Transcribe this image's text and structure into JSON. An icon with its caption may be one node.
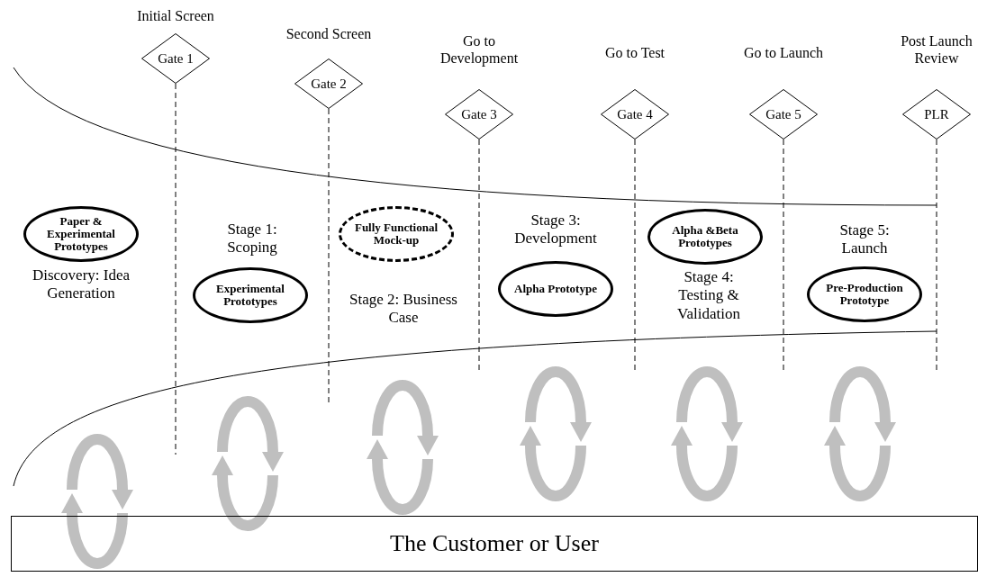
{
  "diagram": {
    "nodes": [
      {
        "text": [
          "Gate 1"
        ],
        "beside": [
          "Initial Screen"
        ]
      },
      {
        "text": [
          "Gate 2"
        ],
        "beside": [
          "Second Screen"
        ]
      },
      {
        "text": [
          "Gate 3"
        ],
        "beside": [
          "Go to Development"
        ]
      },
      {
        "text": [
          "Gate 4"
        ],
        "beside": [
          "Go to Test"
        ]
      },
      {
        "text": [
          "Gate 5"
        ],
        "beside": [
          "Go to Launch"
        ]
      },
      {
        "text": [
          "PLR"
        ],
        "beside": [
          "Post Launch Review"
        ]
      },
      {
        "text": [
          "Paper & Experimental Prototypes"
        ]
      },
      {
        "text": [
          "Experimental Prototypes"
        ]
      },
      {
        "text": [
          "Fully Functional Mock-up"
        ]
      },
      {
        "text": [
          "Alpha Prototype"
        ]
      },
      {
        "text": [
          "Alpha &Beta Prototypes"
        ]
      },
      {
        "text": [
          "Pre-Production Prototype"
        ]
      },
      {
        "text": [
          "The Customer or User"
        ]
      }
    ],
    "labels": [
      "Discovery: Idea Generation",
      "Stage 1: Scoping",
      "Stage 2: Business Case",
      "Stage 3: Development",
      "Stage 4: Testing & Validation",
      "Stage 5: Launch"
    ]
  }
}
